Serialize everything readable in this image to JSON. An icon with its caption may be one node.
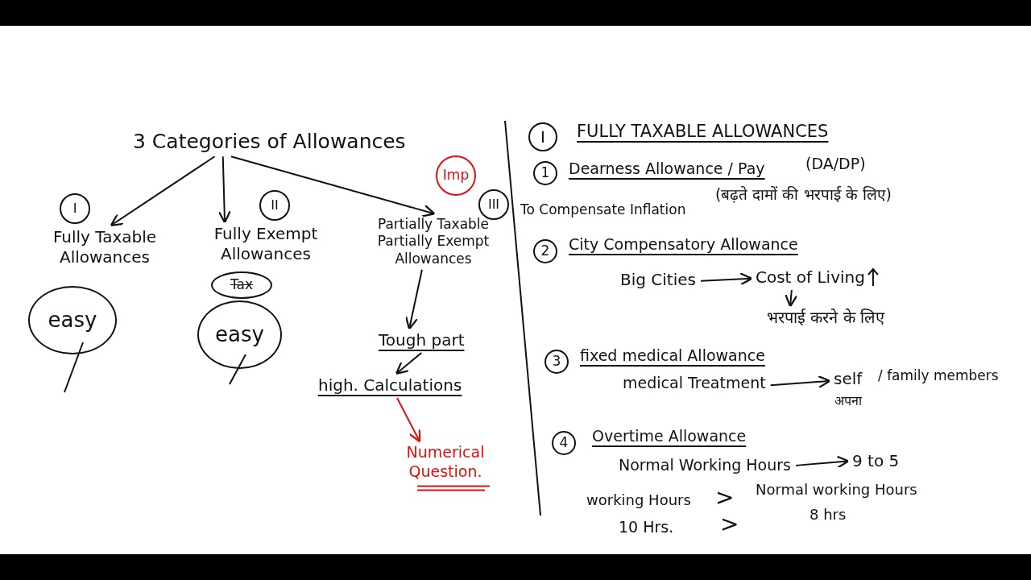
{
  "diagram": {
    "nodes": [
      {
        "text": [
          "3 Categories of Allowances"
        ]
      },
      {
        "text": [
          "Fully Taxable Allowances"
        ],
        "beside": [
          "I"
        ]
      },
      {
        "text": [
          "Fully Exempt Allowances"
        ],
        "beside": [
          "II"
        ]
      },
      {
        "text": [
          "Partially Taxable Partially Exempt Allowances"
        ],
        "beside": [
          "III"
        ]
      },
      {
        "text": [
          "Imp"
        ]
      },
      {
        "text": [
          "easy"
        ]
      },
      {
        "text": [
          "Tax"
        ]
      },
      {
        "text": [
          "easy"
        ]
      },
      {
        "text": [
          "Tough part"
        ]
      },
      {
        "text": [
          "high. Calculations"
        ]
      },
      {
        "text": [
          "Numerical Question."
        ]
      },
      {
        "text": [
          "Big Cities"
        ]
      },
      {
        "text": [
          "Cost of Living"
        ]
      },
      {
        "text": [
          "भरपाई करने के लिए"
        ]
      },
      {
        "text": [
          "medical Treatment"
        ]
      },
      {
        "text": [
          "self"
        ],
        "beside": [
          "अपना"
        ]
      },
      {
        "text": [
          "Normal Working Hours"
        ]
      },
      {
        "text": [
          "9 to 5"
        ]
      }
    ],
    "edges": [
      {
        "from": 0,
        "to": 1,
        "arrow": "to"
      },
      {
        "from": 0,
        "to": 2,
        "arrow": "to"
      },
      {
        "from": 0,
        "to": 3,
        "arrow": "to"
      },
      {
        "from": 3,
        "to": 8,
        "arrow": "to"
      },
      {
        "from": 8,
        "to": 9,
        "arrow": "to"
      },
      {
        "from": 9,
        "to": 10,
        "arrow": "to",
        "color": "#e01010"
      },
      {
        "from": 11,
        "to": 12,
        "arrow": "to"
      },
      {
        "from": 12,
        "to": 13,
        "arrow": "to"
      },
      {
        "from": 14,
        "to": 15,
        "arrow": "to"
      },
      {
        "from": 16,
        "to": 17,
        "arrow": "to"
      }
    ],
    "labels": [
      "I",
      "FULLY TAXABLE ALLOWANCES",
      "1",
      "Dearness Allowance / Pay",
      "(DA/DP)",
      "To Compensate Inflation",
      "(बढ़ते दामों की भरपाई के लिए)",
      "2",
      "City Compensatory Allowance",
      "3",
      "fixed medical Allowance",
      "/ family members",
      "4",
      "Overtime Allowance",
      "working Hours",
      ">",
      "Normal working Hours",
      "10 Hrs.",
      ">",
      "8 hrs"
    ]
  }
}
